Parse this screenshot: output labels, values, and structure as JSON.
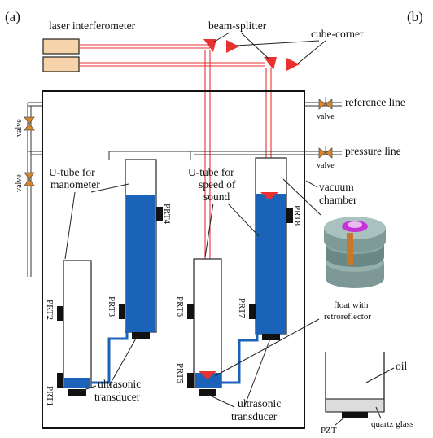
{
  "panels": {
    "a": "(a)",
    "b": "(b)"
  },
  "labels": {
    "laser_interferometer": "laser interferometer",
    "beam_splitter": "beam-splitter",
    "cube_corner": "cube-corner",
    "reference_line": "reference line",
    "pressure_line": "pressure line",
    "valve": "valve",
    "utube_manometer_1": "U-tube for",
    "utube_manometer_2": "manometer",
    "utube_sound_1": "U-tube for",
    "utube_sound_2": "speed of",
    "utube_sound_3": "sound",
    "vacuum_1": "vacuum",
    "vacuum_2": "chamber",
    "float_1": "float with",
    "float_2": "retroreflector",
    "ultrasonic_1": "ultrasonic",
    "ultrasonic_2": "transducer",
    "oil": "oil",
    "pzt": "PZT",
    "quartz_glass": "quartz glass"
  },
  "sensors": [
    "PRT1",
    "PRT2",
    "PRT3",
    "PRT4",
    "PRT5",
    "PRT6",
    "PRT7",
    "PRT8"
  ],
  "colors": {
    "fluid": "#1b63b8",
    "laser_body": "#f6d3a8",
    "beam": "#e8322f",
    "valve": "#d8852a",
    "sensor": "#111111"
  }
}
